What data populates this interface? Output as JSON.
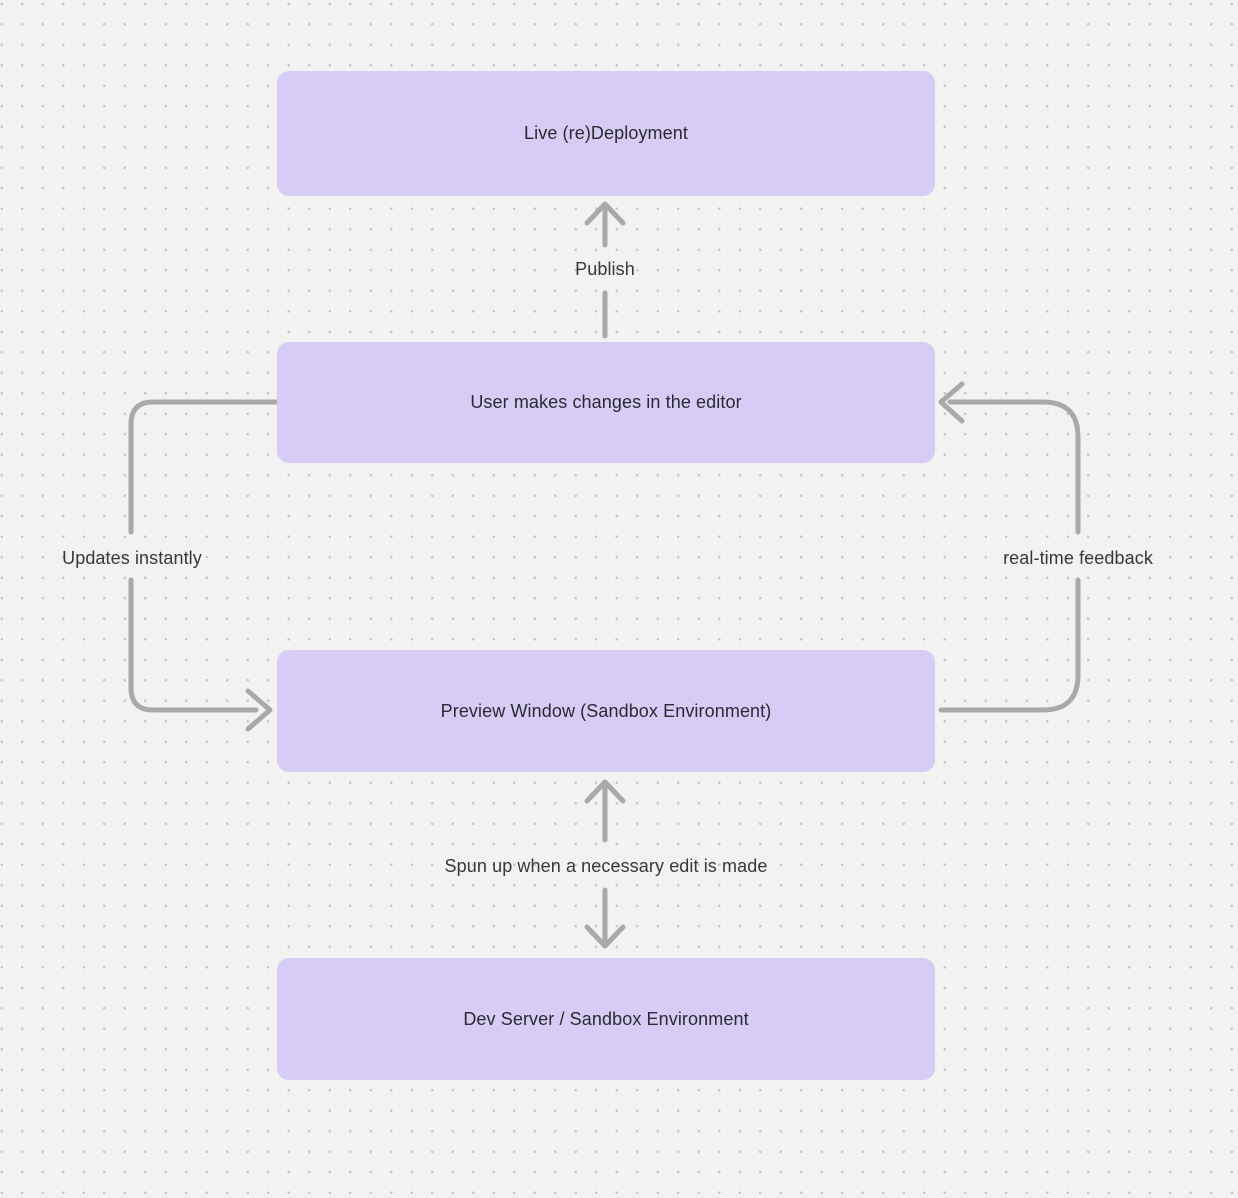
{
  "diagram": {
    "background_color": "#f2f2f1",
    "dot_color": "#c6c6c4",
    "node_fill_color": "#d6ccf6",
    "node_text_color": "#2b2a33",
    "edge_color": "#a9a9a9",
    "nodes": [
      {
        "id": "live-redeployment",
        "label": "Live (re)Deployment"
      },
      {
        "id": "user-editor",
        "label": "User makes changes in the editor"
      },
      {
        "id": "preview-window",
        "label": "Preview Window (Sandbox Environment)"
      },
      {
        "id": "dev-server",
        "label": "Dev Server / Sandbox Environment"
      }
    ],
    "edges": [
      {
        "id": "publish",
        "label": "Publish",
        "from": "user-editor",
        "to": "live-redeployment"
      },
      {
        "id": "updates-instantly",
        "label": "Updates instantly",
        "from": "user-editor",
        "to": "preview-window"
      },
      {
        "id": "realtime-feedback",
        "label": "real-time feedback",
        "from": "preview-window",
        "to": "user-editor"
      },
      {
        "id": "spun-up",
        "label": "Spun up when a necessary edit is made",
        "from": "dev-server",
        "to": "preview-window"
      }
    ]
  }
}
